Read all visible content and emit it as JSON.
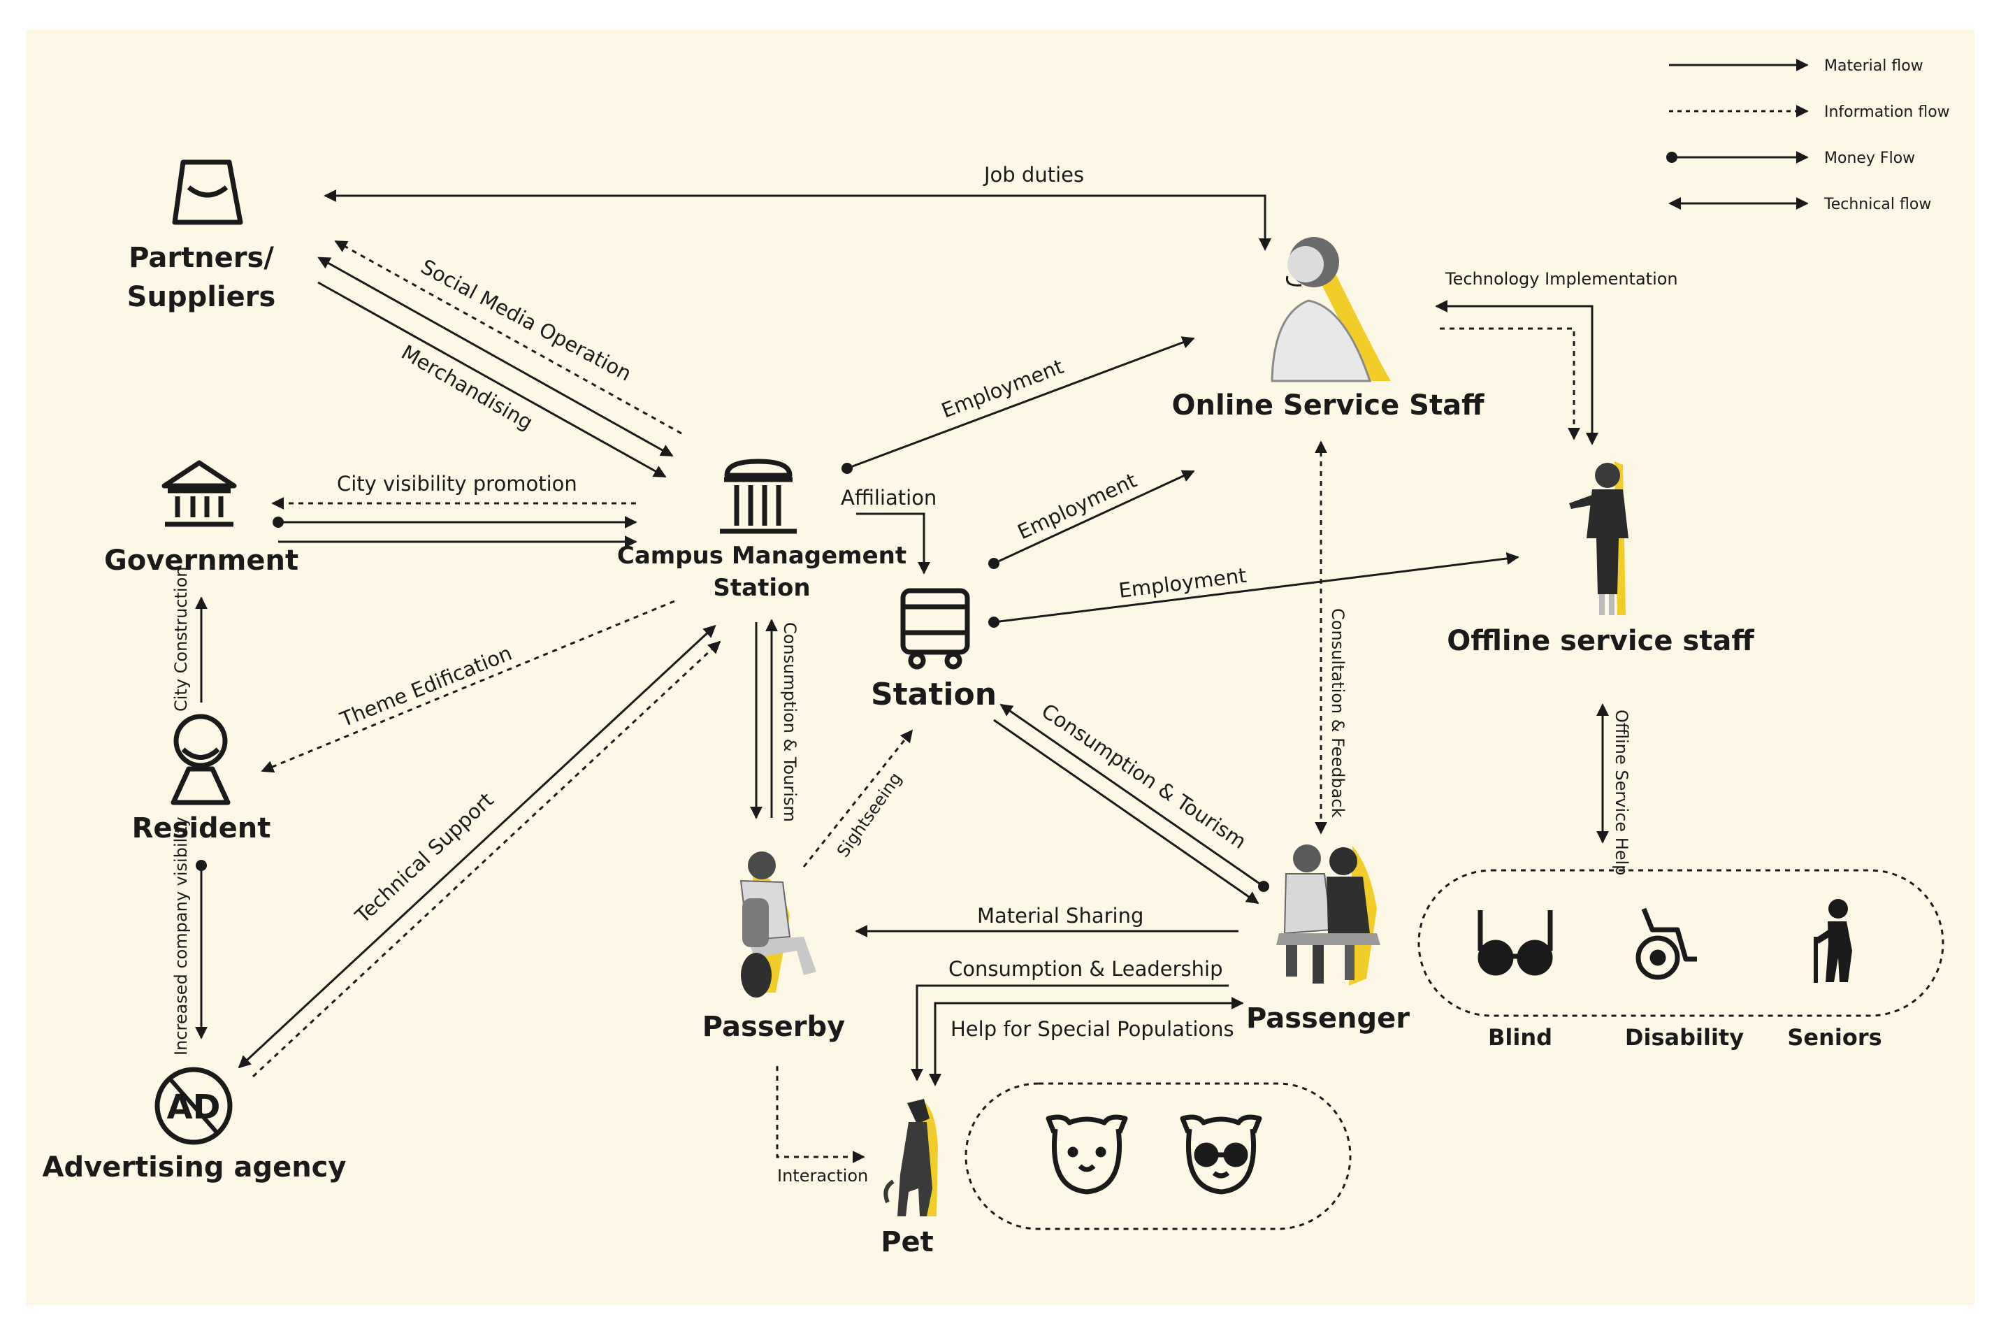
{
  "legend": {
    "material_flow": "Material flow",
    "information_flow": "Information flow",
    "money_flow": "Money Flow",
    "technical_flow": "Technical flow"
  },
  "nodes": {
    "partners_line1": "Partners/",
    "partners_line2": "Suppliers",
    "government": "Government",
    "resident": "Resident",
    "advertising": "Advertising agency",
    "campus_line1": "Campus Management",
    "campus_line2": "Station",
    "station": "Station",
    "online_staff": "Online Service Staff",
    "offline_staff": "Offline service staff",
    "passerby": "Passerby",
    "passenger": "Passenger",
    "pet": "Pet"
  },
  "special_groups": {
    "blind": "Blind",
    "disability": "Disability",
    "seniors": "Seniors"
  },
  "edges": {
    "job_duties": "Job duties",
    "social_media": "Social Media Operation",
    "merchandising": "Merchandising",
    "city_visibility": "City visibility promotion",
    "employment_1": "Employment",
    "employment_2": "Employment",
    "employment_3": "Employment",
    "affiliation": "Affiliation",
    "technology_implementation": "Technology Implementation",
    "city_construction": "City Construction",
    "theme_edification": "Theme Edification",
    "technical_support": "Technical Support",
    "increased_visibility": "Increased company visibility",
    "consumption_tourism_vertical": "Consumption & Tourism",
    "sightseeing": "Sightseeing",
    "consumption_tourism_diag": "Consumption & Tourism",
    "consultation_feedback": "Consultation & Feedback",
    "offline_service_help": "Offline Service Help",
    "material_sharing": "Material Sharing",
    "consumption_leadership": "Consumption & Leadership",
    "help_special": "Help for Special Populations",
    "interaction": "Interaction"
  },
  "colors": {
    "background": "#fdf8e6",
    "ink": "#1a1a1a",
    "accent_yellow": "#f2cd2a"
  },
  "icons": {
    "partners": "shopping-bag-icon",
    "government": "bank-building-icon",
    "resident": "resident-person-icon",
    "advertising": "ad-circle-icon",
    "campus": "columns-building-icon",
    "station": "bus-icon",
    "blind": "glasses-icon",
    "disability": "wheelchair-icon",
    "seniors": "elderly-person-icon",
    "pet_face": "dog-face-icon",
    "pet_face_glasses": "dog-face-glasses-icon"
  }
}
